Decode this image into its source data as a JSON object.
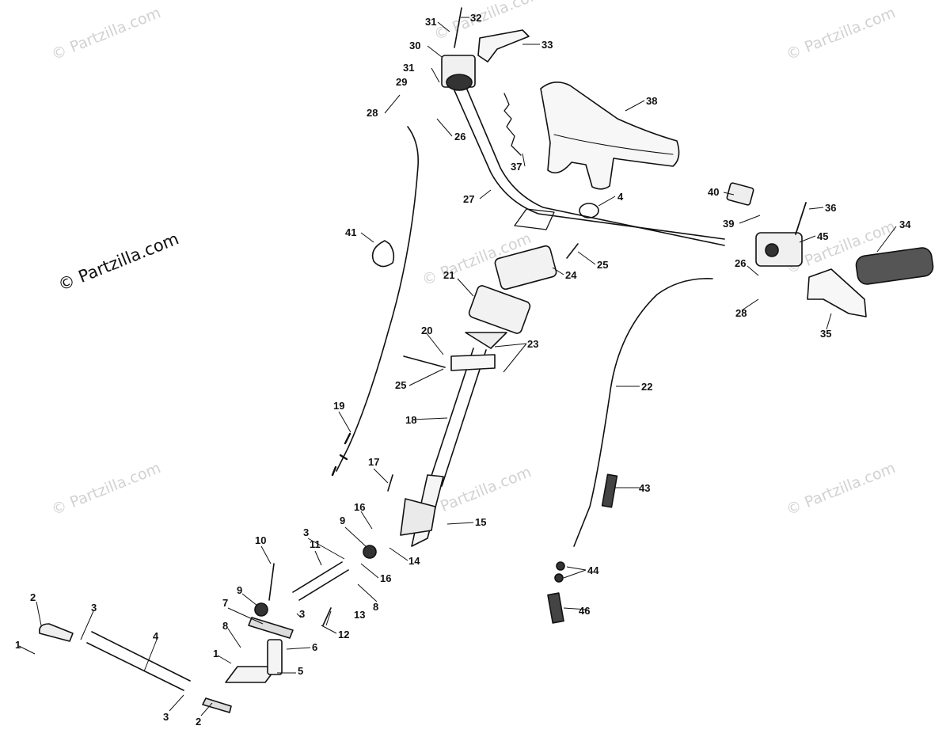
{
  "copyright": "© Partzilla.com",
  "watermark": "© Partzilla.com",
  "callouts": [
    {
      "id": "c1",
      "label": "31"
    },
    {
      "id": "c2",
      "label": "32"
    },
    {
      "id": "c3",
      "label": "33"
    },
    {
      "id": "c4",
      "label": "30"
    },
    {
      "id": "c5",
      "label": "31"
    },
    {
      "id": "c6",
      "label": "29"
    },
    {
      "id": "c7",
      "label": "28"
    },
    {
      "id": "c8",
      "label": "26"
    },
    {
      "id": "c9",
      "label": "38"
    },
    {
      "id": "c10",
      "label": "37"
    },
    {
      "id": "c11",
      "label": "27"
    },
    {
      "id": "c12",
      "label": "4"
    },
    {
      "id": "c13",
      "label": "40"
    },
    {
      "id": "c14",
      "label": "36"
    },
    {
      "id": "c15",
      "label": "39"
    },
    {
      "id": "c16",
      "label": "34"
    },
    {
      "id": "c17",
      "label": "45"
    },
    {
      "id": "c18",
      "label": "41"
    },
    {
      "id": "c19",
      "label": "25"
    },
    {
      "id": "c20",
      "label": "24"
    },
    {
      "id": "c21",
      "label": "26"
    },
    {
      "id": "c22",
      "label": "21"
    },
    {
      "id": "c23",
      "label": "28"
    },
    {
      "id": "c24",
      "label": "35"
    },
    {
      "id": "c25",
      "label": "20"
    },
    {
      "id": "c26",
      "label": "23"
    },
    {
      "id": "c27",
      "label": "25"
    },
    {
      "id": "c28",
      "label": "22"
    },
    {
      "id": "c29",
      "label": "19"
    },
    {
      "id": "c30",
      "label": "18"
    },
    {
      "id": "c31",
      "label": "17"
    },
    {
      "id": "c32",
      "label": "43"
    },
    {
      "id": "c33",
      "label": "16"
    },
    {
      "id": "c34",
      "label": "15"
    },
    {
      "id": "c35",
      "label": "10"
    },
    {
      "id": "c36",
      "label": "9"
    },
    {
      "id": "c37",
      "label": "3"
    },
    {
      "id": "c38",
      "label": "11"
    },
    {
      "id": "c39",
      "label": "14"
    },
    {
      "id": "c40",
      "label": "16"
    },
    {
      "id": "c41",
      "label": "44"
    },
    {
      "id": "c42",
      "label": "9"
    },
    {
      "id": "c43",
      "label": "8"
    },
    {
      "id": "c44",
      "label": "7"
    },
    {
      "id": "c45",
      "label": "3"
    },
    {
      "id": "c46",
      "label": "13"
    },
    {
      "id": "c47",
      "label": "46"
    },
    {
      "id": "c48",
      "label": "2"
    },
    {
      "id": "c49",
      "label": "3"
    },
    {
      "id": "c50",
      "label": "8"
    },
    {
      "id": "c51",
      "label": "12"
    },
    {
      "id": "c52",
      "label": "4"
    },
    {
      "id": "c53",
      "label": "1"
    },
    {
      "id": "c54",
      "label": "6"
    },
    {
      "id": "c55",
      "label": "1"
    },
    {
      "id": "c56",
      "label": "5"
    },
    {
      "id": "c57",
      "label": "3"
    },
    {
      "id": "c58",
      "label": "2"
    }
  ]
}
